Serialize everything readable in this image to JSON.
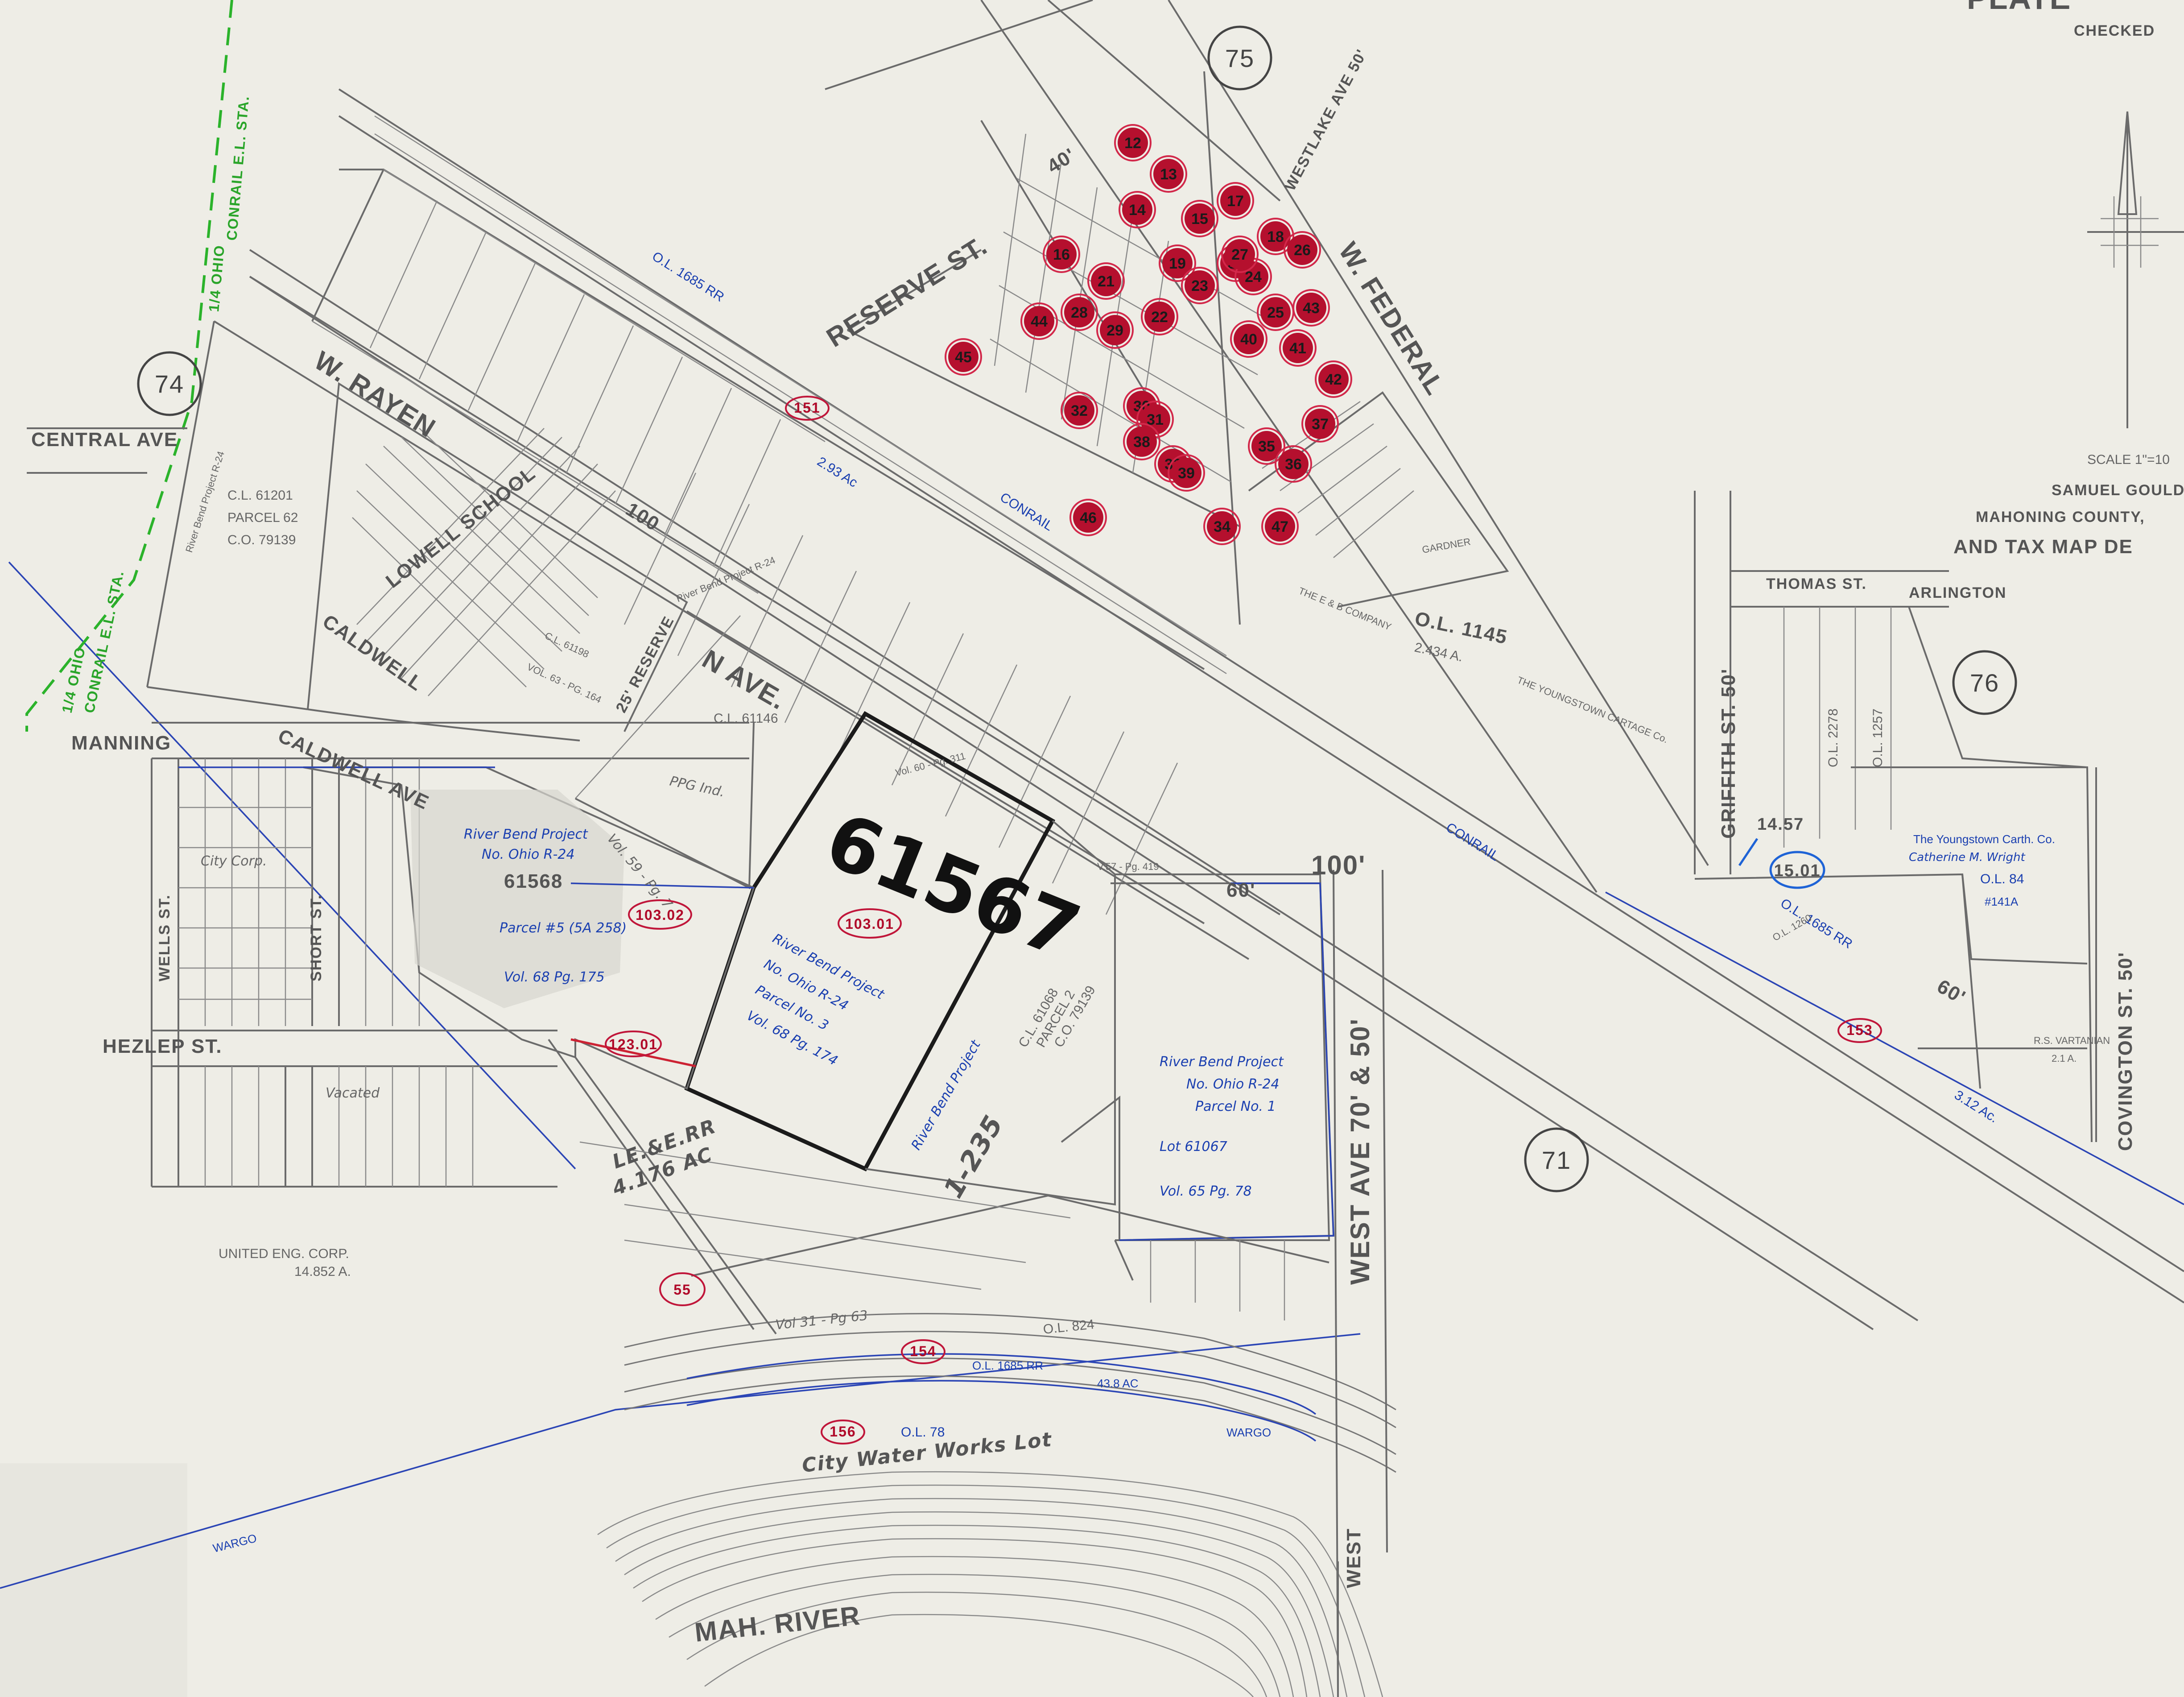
{
  "header": {
    "title_fragment": "PLATE",
    "checked_label": "CHECKED"
  },
  "legend": {
    "scale": "SCALE 1\"=10",
    "author": "SAMUEL GOULD",
    "county": "MAHONING COUNTY,",
    "dept": "AND TAX MAP DE"
  },
  "sheets": [
    "74",
    "75",
    "76",
    "71"
  ],
  "streets": {
    "central": "CENTRAL AVE",
    "rayen": "W. RAYEN",
    "rayen_width": "100",
    "reserve": "RESERVE ST.",
    "reserve_width": "40'",
    "westlake": "WESTLAKE AVE 50'",
    "federal": "W. FEDERAL",
    "manning": "MANNING",
    "caldwell_1": "CALDWELL",
    "caldwell_2": "CALDWELL AVE",
    "reserve_25": "25' RESERVE",
    "n_ave": "N AVE.",
    "wells": "WELLS ST.",
    "short": "SHORT ST.",
    "hezlep": "HEZLEP ST.",
    "thomas": "THOMAS ST.",
    "arlington": "ARLINGTON",
    "griffith": "GRIFFITH ST. 50'",
    "covington": "COVINGTON ST. 50'",
    "west_ave": "WEST AVE 70' & 50'",
    "west_bottom": "WEST",
    "river": "MAH. RIVER",
    "sixty": "60'",
    "hundred": "100'"
  },
  "railroads": {
    "ol_1685_top": "O.L. 1685 RR",
    "ol_1685_right": "O.L. 1685 RR",
    "conrail_1": "CONRAIL",
    "conrail_2": "CONRAIL",
    "acreage_top": "2.93 Ac",
    "acreage_right": "3.12 Ac.",
    "lee": "LE.&E.RR",
    "lee_acres": "4.176 AC",
    "ol_1685_bottom": "O.L. 1685 RR",
    "bottom_acres": "43.8 AC"
  },
  "parcels": {
    "main_number": "61567",
    "parcel_61568": "61568",
    "cl_61201": "C.L. 61201",
    "parcel_62": "PARCEL 62",
    "co_79139": "C.O. 79139",
    "cl_61146": "C.L. 61146",
    "ppg": "PPG Ind.",
    "cl_61068": "C.L. 61068",
    "parcel_2": "PARCEL 2",
    "co_79139b": "C.O. 79139",
    "lot_1235": "1-235",
    "ol_1145": "O.L. 1145",
    "acres_2434": "2.434 A.",
    "eb_company": "THE E & B COMPANY",
    "youngstown_cartage": "THE YOUNGSTOWN CARTAGE Co.",
    "united_eng": "UNITED ENG. CORP.",
    "united_acres": "14.852 A.",
    "city_water": "City Water Works Lot",
    "ol_78": "O.L. 78",
    "wargo_1": "WARGO",
    "wargo_2": "WARGO",
    "youngstown_carth": "The Youngstown Carth. Co.",
    "catherine": "Catherine M. Wright",
    "ol_84": "O.L. 84",
    "ac_141": "#141A",
    "vartanian": "R.S. VARTANIAN",
    "rs_acres": "2.1 A.",
    "ol_2278": "O.L. 2278",
    "ol_1257": "O.L. 1257",
    "ol_1260": "O.L. 1260",
    "vol_63": "VOL. 63 - PG. 164",
    "cl_61198": "C.L. 61198",
    "lowell_school": "LOWELL SCHOOL",
    "gardner": "GARDNER",
    "vacated": "Vacated",
    "city_corp": "City Corp.",
    "line_824": "O.L. 824",
    "vol_31": "Vol 31 - Pg 63",
    "vol_60": "Vol. 60 - Pg. 311",
    "vol_57": "V.57 - Pg. 419",
    "vol_59": "Vol. 59 - Pg. 7"
  },
  "annotations": {
    "rb_61568": {
      "line1": "River Bend Project",
      "line2": "No. Ohio R-24",
      "line3": "Parcel #5 (5A 258)",
      "line4": "Vol. 68 Pg. 175"
    },
    "rb_61567": {
      "line1": "River Bend Project",
      "line2": "No. Ohio R-24",
      "line3": "Parcel No. 3",
      "line4": "Vol. 68 Pg. 174"
    },
    "rb_61067": {
      "line1": "River Bend Project",
      "line2": "No. Ohio R-24",
      "line3": "Parcel No. 1",
      "line4": "Lot 61067",
      "line5": "Vol. 65 Pg. 78"
    },
    "rb_side": "River Bend Project",
    "rb_r24_top": "River Bend Project R-24",
    "rb_r24_left": "River Bend Project R-24",
    "red_ovals": [
      "103.01",
      "103.02",
      "123.01",
      "55",
      "154",
      "156",
      "153",
      "151"
    ],
    "blue_ovals": [
      "15.01"
    ],
    "blue_misc": [
      "14.57"
    ],
    "green_1": "1/4 OHIO",
    "green_2": "CONRAIL E.L. STA.",
    "green_3": "1/4 OHIO",
    "green_4": "CONRAIL E.L. STA."
  },
  "dots": [
    "12",
    "13",
    "14",
    "15",
    "16",
    "17",
    "18",
    "19",
    "20",
    "21",
    "22",
    "23",
    "24",
    "25",
    "26",
    "27",
    "28",
    "29",
    "30",
    "31",
    "32",
    "33",
    "34",
    "35",
    "36",
    "37",
    "38",
    "39",
    "40",
    "41",
    "42",
    "43",
    "44",
    "45",
    "46",
    "47"
  ]
}
